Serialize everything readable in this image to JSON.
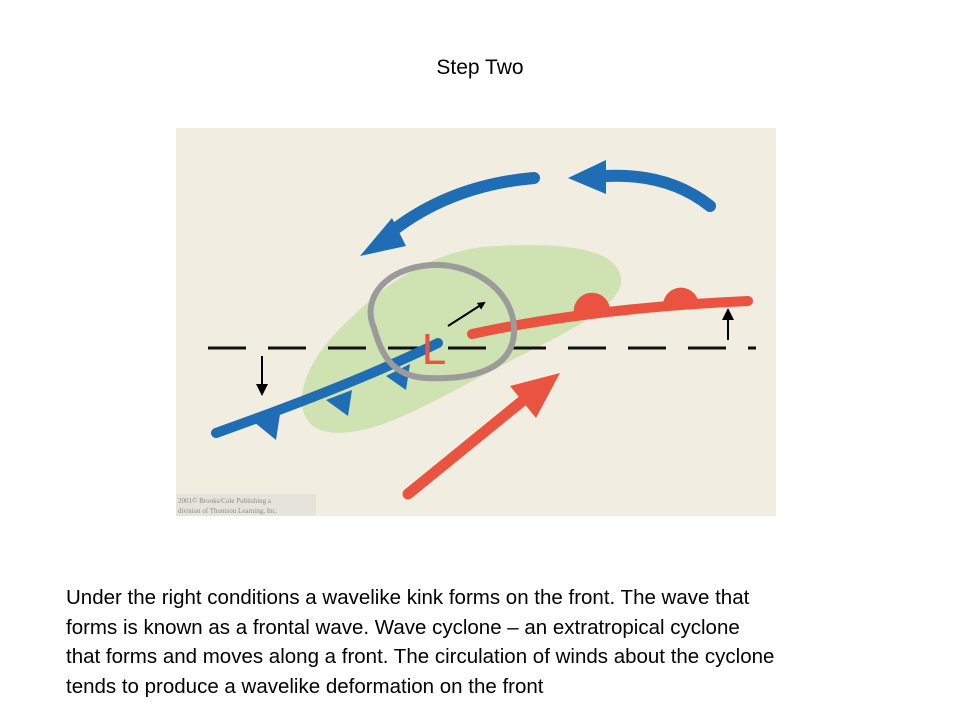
{
  "slide": {
    "title": "Step Two",
    "caption_lines": [
      "Under the right conditions a wavelike kink forms on the front.  The wave that",
      "forms is known as a frontal wave.  Wave cyclone – an extratropical cyclone",
      "that forms and moves along a front.  The circulation of winds about the cyclone",
      "tends to produce a wavelike deformation on the front"
    ]
  },
  "figure": {
    "low_pressure_symbol": "L",
    "credit_lines": [
      "2001© Brooks/Cole Publishing a",
      "division of Thomson Learning, Inc."
    ],
    "colors": {
      "background": "#f1ede0",
      "cold_front": "#1f6db5",
      "warm_front": "#e9533f",
      "precipitation": "#cfe3b2",
      "isobar": "#9b9b9b"
    }
  }
}
